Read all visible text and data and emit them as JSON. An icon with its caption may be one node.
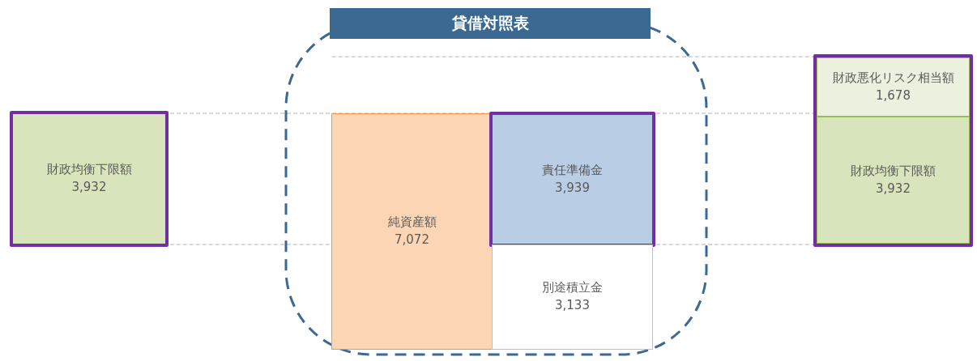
{
  "diagram": {
    "title": "貸借対照表",
    "nodes": [
      {
        "text": [
          "財政均衡下限額",
          "3,932"
        ]
      },
      {
        "text": [
          "純資産額",
          "7,072"
        ]
      },
      {
        "text": [
          "責任準備金",
          "3,939"
        ]
      },
      {
        "text": [
          "別途積立金",
          "3,133"
        ]
      },
      {
        "text": [],
        "shape": "box"
      },
      {
        "text": [
          "財政悪化リスク相当額",
          "1,678"
        ],
        "in": 4
      },
      {
        "text": [
          "財政均衡下限額",
          "3,932"
        ],
        "in": 4
      }
    ]
  }
}
